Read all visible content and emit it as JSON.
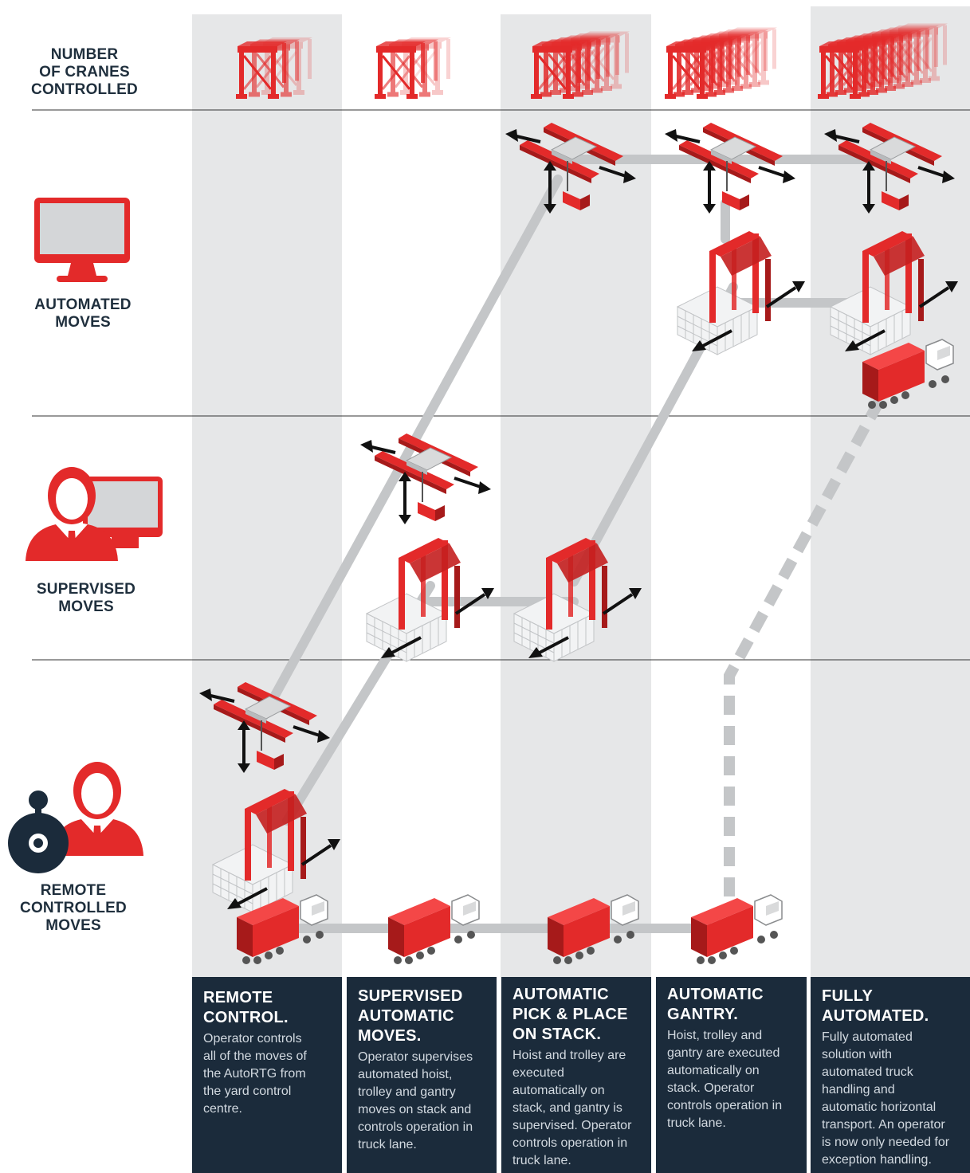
{
  "header": {
    "cranes_label": "NUMBER\nOF CRANES\nCONTROLLED"
  },
  "rows": [
    {
      "id": "automated",
      "label": "AUTOMATED\nMOVES"
    },
    {
      "id": "supervised",
      "label": "SUPERVISED\nMOVES"
    },
    {
      "id": "remote",
      "label": "REMOTE\nCONTROLLED\nMOVES"
    }
  ],
  "levels": [
    {
      "title": "REMOTE\nCONTROL.",
      "description": "Operator controls\nall of the moves of\nthe AutoRTG from\nthe yard control\ncentre.",
      "crane_count": 3
    },
    {
      "title": "SUPERVISED\nAUTOMATIC\nMOVES.",
      "description": "Operator supervises\nautomated hoist,\ntrolley and gantry\nmoves on stack and\ncontrols operation in\ntruck lane.",
      "crane_count": 3
    },
    {
      "title": "AUTOMATIC\nPICK & PLACE\nON STACK.",
      "description": "Hoist and trolley are\nexecuted\nautomatically on\nstack, and gantry is\nsupervised. Operator\ncontrols operation in\ntruck lane.",
      "crane_count": 6
    },
    {
      "title": "AUTOMATIC\nGANTRY.",
      "description": "Hoist, trolley and\ngantry are executed\nautomatically on\nstack. Operator\ncontrols operation in\ntruck lane.",
      "crane_count": 8
    },
    {
      "title": "FULLY\nAUTOMATED.",
      "description": "Fully automated\nsolution with\nautomated truck\nhandling and\nautomatic horizontal\ntransport. An operator\nis now only needed for\nexception handling.",
      "crane_count": 10
    }
  ],
  "colors": {
    "accent_red": "#e32a2a",
    "dark_red": "#a61a1a",
    "navy": "#1b2b3b",
    "column_grey": "#e6e7e8",
    "path_grey": "#c4c6c8"
  },
  "icons": [
    "monitor-icon",
    "operator-monitor-icon",
    "operator-joystick-icon",
    "crane-icon",
    "hoist-trolley-icon",
    "container-stack-icon",
    "truck-icon"
  ]
}
